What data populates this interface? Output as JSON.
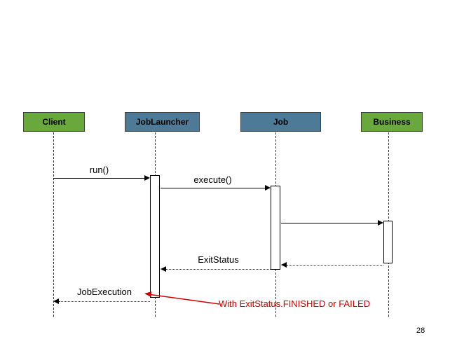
{
  "diagram": {
    "actors": [
      {
        "label": "Client",
        "color": "#69A83D"
      },
      {
        "label": "JobLauncher",
        "color": "#4D7A97"
      },
      {
        "label": "Job",
        "color": "#4D7A97"
      },
      {
        "label": "Business",
        "color": "#69A83D"
      }
    ],
    "messages": {
      "run": "run()",
      "execute": "execute()",
      "exit_status": "ExitStatus",
      "job_execution": "JobExecution"
    },
    "annotation": {
      "text": "With ExitStatus.FINISHED or FAILED",
      "color": "#CC0000"
    },
    "page_number": "28"
  }
}
